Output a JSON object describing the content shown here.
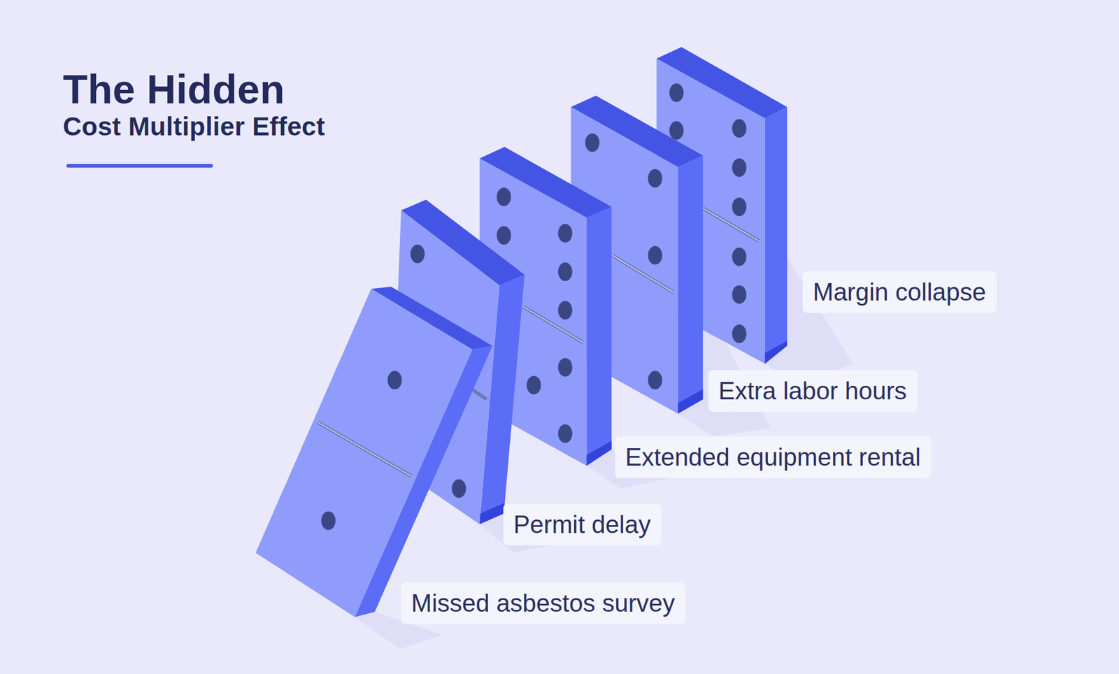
{
  "diagram": {
    "title": "The Hidden Cost Multiplier Effect",
    "nodes": [
      {
        "text": [
          "Margin collapse"
        ]
      },
      {
        "text": [
          "Extra labor hours"
        ]
      },
      {
        "text": [
          "Extended equipment rental"
        ]
      },
      {
        "text": [
          "Permit delay"
        ]
      },
      {
        "text": [
          "Missed asbestos survey"
        ]
      }
    ]
  }
}
